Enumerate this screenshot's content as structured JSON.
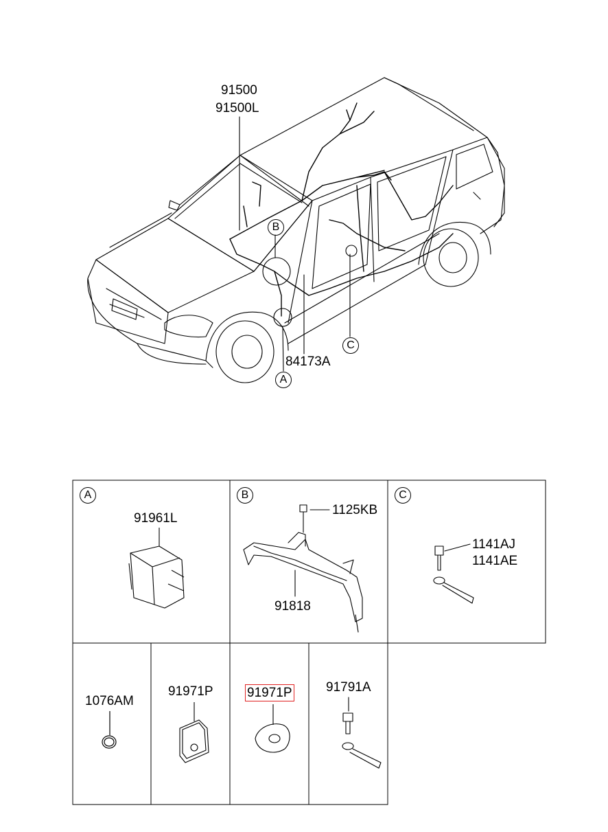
{
  "overview": {
    "part_91500": "91500",
    "part_91500L": "91500L",
    "part_84173A": "84173A",
    "callout_A": "A",
    "callout_B": "B",
    "callout_C": "C"
  },
  "detail_boxes": {
    "A": {
      "letter": "A",
      "part": "91961L"
    },
    "B": {
      "letter": "B",
      "part_bolt": "1125KB",
      "part_main": "91818"
    },
    "C": {
      "letter": "C",
      "part_1": "1141AJ",
      "part_2": "1141AE"
    }
  },
  "bottom_row": [
    {
      "part": "1076AM"
    },
    {
      "part": "91971P"
    },
    {
      "part": "91971P",
      "highlighted": true
    },
    {
      "part": "91791A"
    }
  ],
  "colors": {
    "line": "#000000",
    "highlight": "#e02020"
  }
}
